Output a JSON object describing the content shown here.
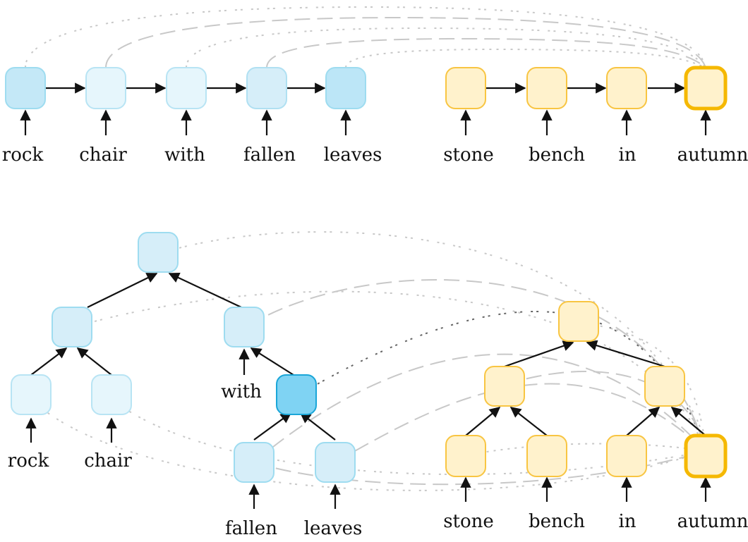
{
  "colors": {
    "blue_fill": "#d6eef9",
    "blue_light_fill": "#e6f6fc",
    "blue_mid_fill": "#c4e8f7",
    "blue_highlight_fill": "#7fd3f3",
    "blue_stroke": "#9edcf0",
    "blue_highlight_stroke": "#1aa6d8",
    "yellow_fill": "#fff2cc",
    "yellow_stroke": "#f8c542",
    "yellow_highlight_stroke": "#f5b800",
    "attention_light": "#c8c8c8",
    "attention_dark": "#666666",
    "edge": "#111111"
  },
  "top_left_sequence": {
    "words": [
      "rock",
      "chair",
      "with",
      "fallen",
      "leaves"
    ]
  },
  "top_right_sequence": {
    "words": [
      "stone",
      "bench",
      "in",
      "autumn"
    ]
  },
  "bottom_left_tree": {
    "words": [
      "rock",
      "chair",
      "with",
      "fallen",
      "leaves"
    ]
  },
  "bottom_right_tree": {
    "words": [
      "stone",
      "bench",
      "in",
      "autumn"
    ]
  }
}
